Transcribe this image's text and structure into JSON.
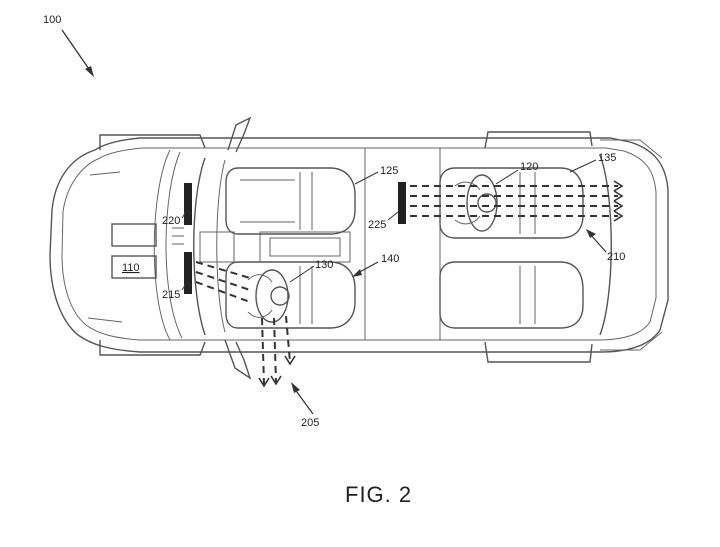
{
  "figure": {
    "caption": "FIG. 2",
    "reference_numerals": {
      "vehicle": "100",
      "display": "110",
      "rear_occupant": "120",
      "front_seat_right": "125",
      "driver": "130",
      "rear_seat": "135",
      "driver_seat": "140",
      "driver_gaze_region": "205",
      "rear_gaze_region": "210",
      "sensor_lower_front": "215",
      "sensor_upper_front": "220",
      "sensor_rear": "225"
    }
  }
}
